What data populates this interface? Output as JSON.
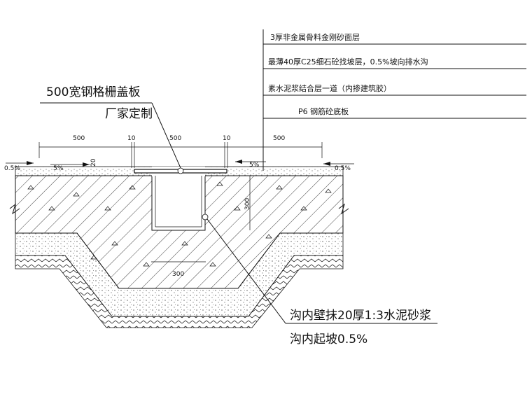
{
  "labels": {
    "grating_cover": "500宽钢格栅盖板",
    "manufacturer": "厂家定制",
    "wall_plaster": "沟内壁抹20厚1:3水泥砂浆",
    "trench_slope": "沟内起坡0.5%"
  },
  "layers": [
    "3厚非金属骨料金刚砂面层",
    "最薄40厚C25细石砼找坡层，0.5%坡向排水沟",
    "素水泥浆结合层一道（内掺建筑胶）",
    "P6 钢筋砼底板"
  ],
  "dimensions": {
    "left_span": "500",
    "gap_left": "10",
    "center_span": "500",
    "gap_right": "10",
    "right_span": "500",
    "small_20": "20",
    "depth_300": "300",
    "width_300": "300"
  },
  "slopes": {
    "edge_left": "0.5%",
    "inner_left": "5%",
    "inner_right": "5%",
    "edge_right": "0.5%"
  }
}
